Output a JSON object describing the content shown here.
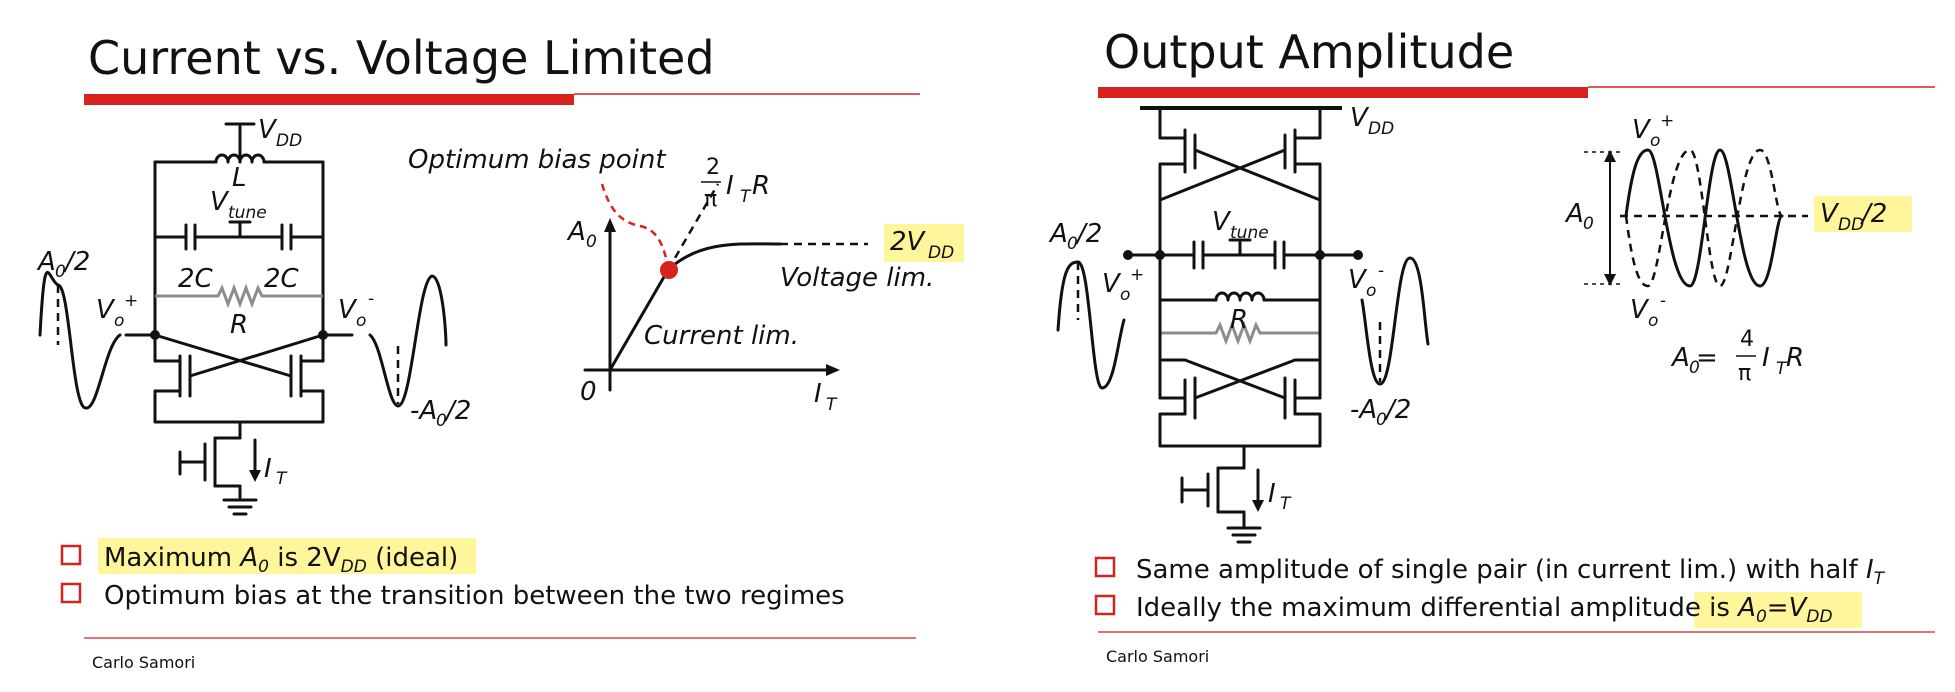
{
  "colors": {
    "accent_red": "#d8221e",
    "highlight": "#fff59a",
    "text": "#111111",
    "resistor_gray": "#8c8c8c"
  },
  "slide1": {
    "title": "Current vs. Voltage Limited",
    "circuit": {
      "vdd": "V",
      "vdd_sub": "DD",
      "inductor": "L",
      "vtune": "V",
      "vtune_sub": "tune",
      "cap_left": "2C",
      "cap_right": "2C",
      "resistor": "R",
      "vop": "V",
      "vop_sub": "o",
      "vop_sup": "+",
      "von": "V",
      "von_sub": "o",
      "von_sup": "-",
      "a0half_main": "A",
      "a0half_sub": "0",
      "a0half_rest": "/2",
      "na0half_main": "-A",
      "na0half_sub": "0",
      "na0half_rest": "/2",
      "it": "I",
      "it_sub": "T"
    },
    "graph": {
      "opt_label": "Optimum bias point",
      "frac_num": "2",
      "frac_den": "π",
      "slope_i": "I",
      "slope_t": "T",
      "slope_r": "R",
      "y_axis": "A",
      "y_axis_sub": "0",
      "origin": "0",
      "x_axis": "I",
      "x_axis_sub": "T",
      "two_vdd": "2V",
      "two_vdd_sub": "DD",
      "voltage_lim": "Voltage lim.",
      "current_lim": "Current lim."
    },
    "bullets": {
      "b1_p1": "Maximum ",
      "b1_a": "A",
      "b1_a_sub": "0",
      "b1_p2": " is 2V",
      "b1_vdd_sub": "DD",
      "b1_p3": " (ideal)",
      "b2": "Optimum bias at the transition between the two regimes"
    },
    "footer": "Carlo Samori"
  },
  "slide2": {
    "title": "Output Amplitude",
    "circuit": {
      "vdd": "V",
      "vdd_sub": "DD",
      "vtune": "V",
      "vtune_sub": "tune",
      "resistor": "R",
      "a0half_main": "A",
      "a0half_sub": "0",
      "a0half_rest": "/2",
      "vop": "V",
      "vop_sub": "o",
      "vop_sup": "+",
      "von": "V",
      "von_sub": "o",
      "von_sup": "-",
      "na0half_main": "-A",
      "na0half_sub": "0",
      "na0half_rest": "/2",
      "it": "I",
      "it_sub": "T"
    },
    "waveform": {
      "vop": "V",
      "vop_sub": "o",
      "vop_sup": "+",
      "von": "V",
      "von_sub": "o",
      "von_sup": "-",
      "a0": "A",
      "a0_sub": "0",
      "vdd2": "V",
      "vdd2_sub": "DD",
      "vdd2_rest": "/2",
      "eq_a": "A",
      "eq_sub": "0",
      "eq_eq": " = ",
      "eq_num": "4",
      "eq_den": "π",
      "eq_i": "I",
      "eq_t": "T",
      "eq_r": "R"
    },
    "bullets": {
      "b1_p1": "Same amplitude of single pair (in current lim.) with half ",
      "b1_i": "I",
      "b1_i_sub": "T",
      "b2_p1": "Ideally the maximum differential amplitude is ",
      "b2_a": "A",
      "b2_a_sub": "0",
      "b2_eq": "=V",
      "b2_vdd_sub": "DD"
    },
    "footer": "Carlo Samori"
  }
}
